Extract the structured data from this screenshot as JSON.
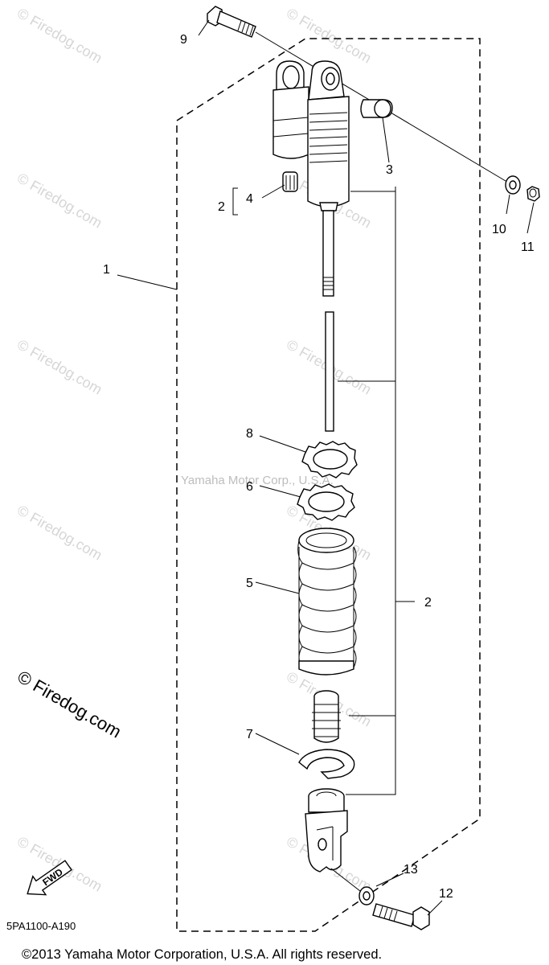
{
  "callouts": {
    "c1": "1",
    "c2a": "2",
    "c2b": "2",
    "c3": "3",
    "c4": "4",
    "c5": "5",
    "c6": "6",
    "c7": "7",
    "c8": "8",
    "c9": "9",
    "c10": "10",
    "c11": "11",
    "c12": "12",
    "c13": "13"
  },
  "watermark": {
    "text": "© Firedog.com",
    "center": "Yamaha Motor Corp., U.S.A."
  },
  "fwd_label": "FWD",
  "diagram_code": "5PA1100-A190",
  "copyright": "©2013 Yamaha Motor Corporation, U.S.A. All rights reserved."
}
